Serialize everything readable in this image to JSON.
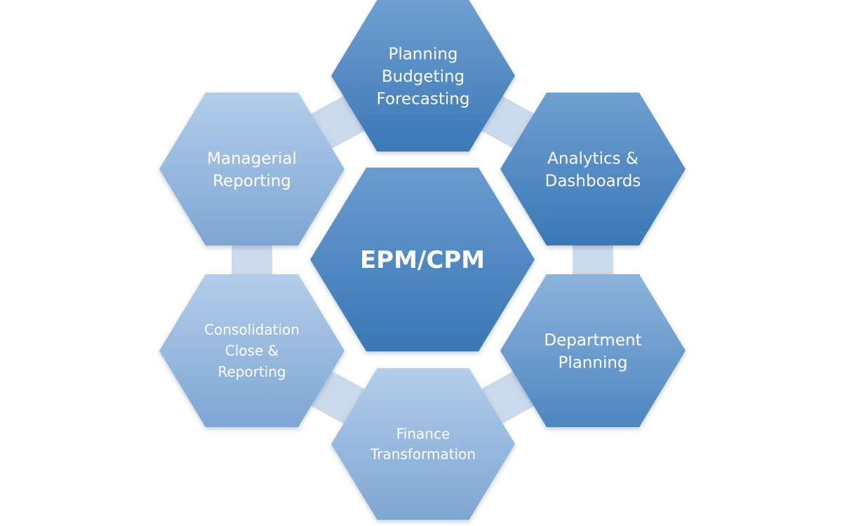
{
  "diagram": {
    "center": {
      "id": "epm-cpm",
      "label_lines": [
        "EPM/CPM"
      ]
    },
    "nodes": [
      {
        "id": "planning-budgeting-forecasting",
        "label_lines": [
          "Planning",
          "Budgeting",
          "Forecasting"
        ],
        "tone": "dark"
      },
      {
        "id": "analytics-dashboards",
        "label_lines": [
          "Analytics &",
          "Dashboards"
        ],
        "tone": "dark"
      },
      {
        "id": "department-planning",
        "label_lines": [
          "Department",
          "Planning"
        ],
        "tone": "mid"
      },
      {
        "id": "finance-transformation",
        "label_lines": [
          "Finance",
          "Transformation"
        ],
        "tone": "light"
      },
      {
        "id": "consolidation-close-reporting",
        "label_lines": [
          "Consolidation",
          "Close  &",
          "Reporting"
        ],
        "tone": "light"
      },
      {
        "id": "managerial-reporting",
        "label_lines": [
          "Managerial",
          "Reporting"
        ],
        "tone": "light"
      }
    ],
    "colors": {
      "dark_top": "#6f9fd0",
      "dark_bottom": "#3b78b6",
      "mid_top": "#8cb3dc",
      "mid_bottom": "#4e86c0",
      "light_top": "#b3cdea",
      "light_bottom": "#7ea6d3",
      "center_top": "#6a9cd0",
      "center_bottom": "#3a77b5",
      "connector": "#cbd9ec"
    }
  }
}
